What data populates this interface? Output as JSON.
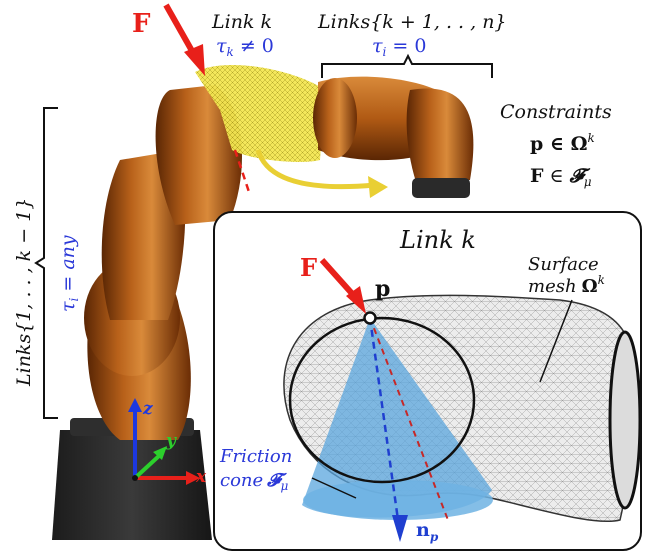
{
  "top_labels": {
    "force_symbol": "F",
    "link_k": "Link k",
    "tau_k": "τ",
    "tau_k_sub": "k",
    "tau_k_rel": " ≠ 0",
    "links_after": "Links{k + 1, . . , n}",
    "tau_i_after": "τ",
    "tau_i_after_sub": "i",
    "tau_i_after_rel": " = 0"
  },
  "left_labels": {
    "links_before": "Links{1, . . , k − 1}",
    "tau_i_before": "τ",
    "tau_i_before_sub": "i",
    "tau_i_before_rel": " = any"
  },
  "constraints": {
    "title": "Constraints",
    "line1_var": "p",
    "line1_rel": " ∈ Ω",
    "line1_sup": "k",
    "line2_var": "F",
    "line2_rel": " ∈ ",
    "line2_set": "𝓕",
    "line2_sub": "μ"
  },
  "inset": {
    "title": "Link k",
    "force_symbol": "F",
    "point_symbol": "p",
    "surface_label_line1": "Surface",
    "surface_label_line2": "mesh",
    "surface_symbol": "Ω",
    "surface_sup": "k",
    "friction_line1": "Friction",
    "friction_line2": "cone",
    "friction_symbol": "𝓕",
    "friction_sub": "μ",
    "normal_symbol": "n",
    "normal_sub": "p"
  },
  "axes": {
    "z": "z",
    "y": "y",
    "x": "x"
  },
  "colors": {
    "force": "#e8201a",
    "torque_text": "#2a38d8",
    "robot_orange": "#b55a12",
    "robot_dark": "#2a2a2a",
    "highlight_yellow": "#f1e03a",
    "mesh_fill": "#e9e9e9",
    "cone_blue": "#5aa6de",
    "normal_blue": "#1f3fd0",
    "axis_red": "#e8201a",
    "axis_green": "#2ccf2c",
    "axis_blue": "#1c38e0"
  }
}
